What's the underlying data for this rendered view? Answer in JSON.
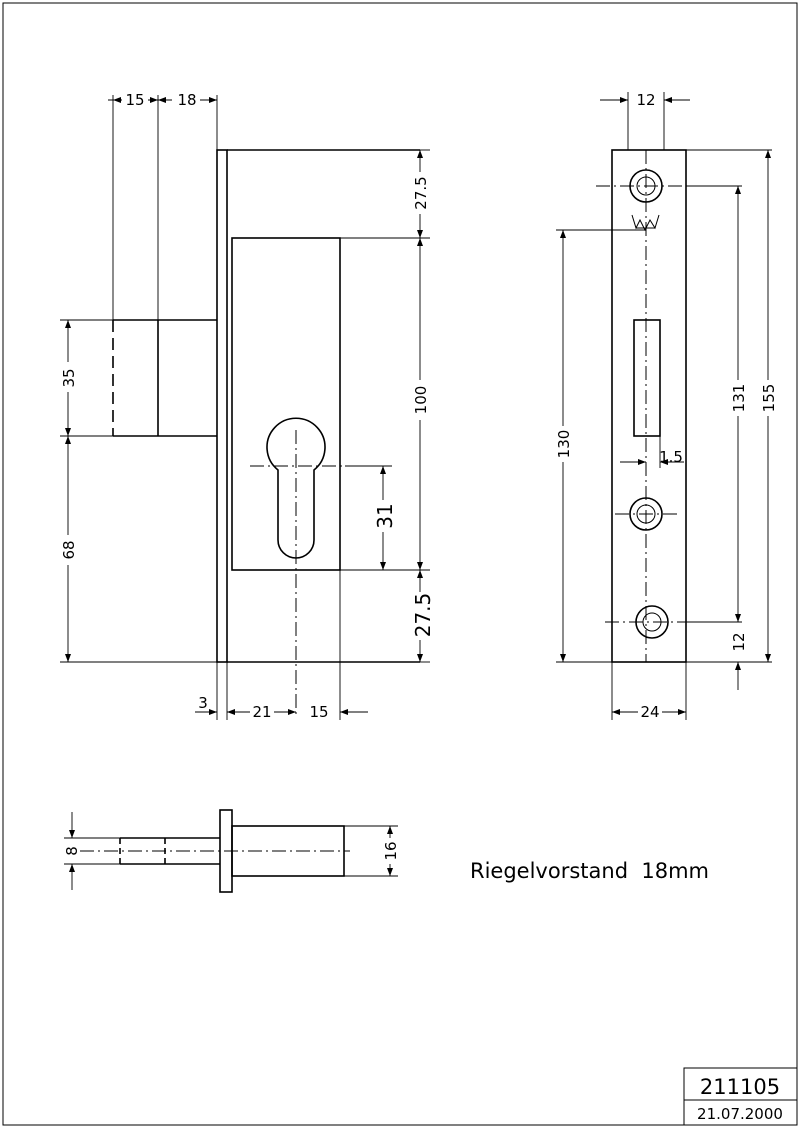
{
  "dims": {
    "front_top": [
      "15",
      "18"
    ],
    "front_right": [
      "27.5",
      "100",
      "31",
      "27.5"
    ],
    "front_left": [
      "35",
      "68"
    ],
    "front_bottom": [
      "3",
      "21",
      "15"
    ],
    "side_top": "12",
    "side_right": [
      "131",
      "155",
      "12"
    ],
    "side_left": "130",
    "side_mid": "1.5",
    "side_bottom": "24",
    "bolt": [
      "8",
      "16"
    ]
  },
  "note": "Riegelvorstand  18mm",
  "title_block": {
    "number": "211105",
    "date": "21.07.2000"
  }
}
